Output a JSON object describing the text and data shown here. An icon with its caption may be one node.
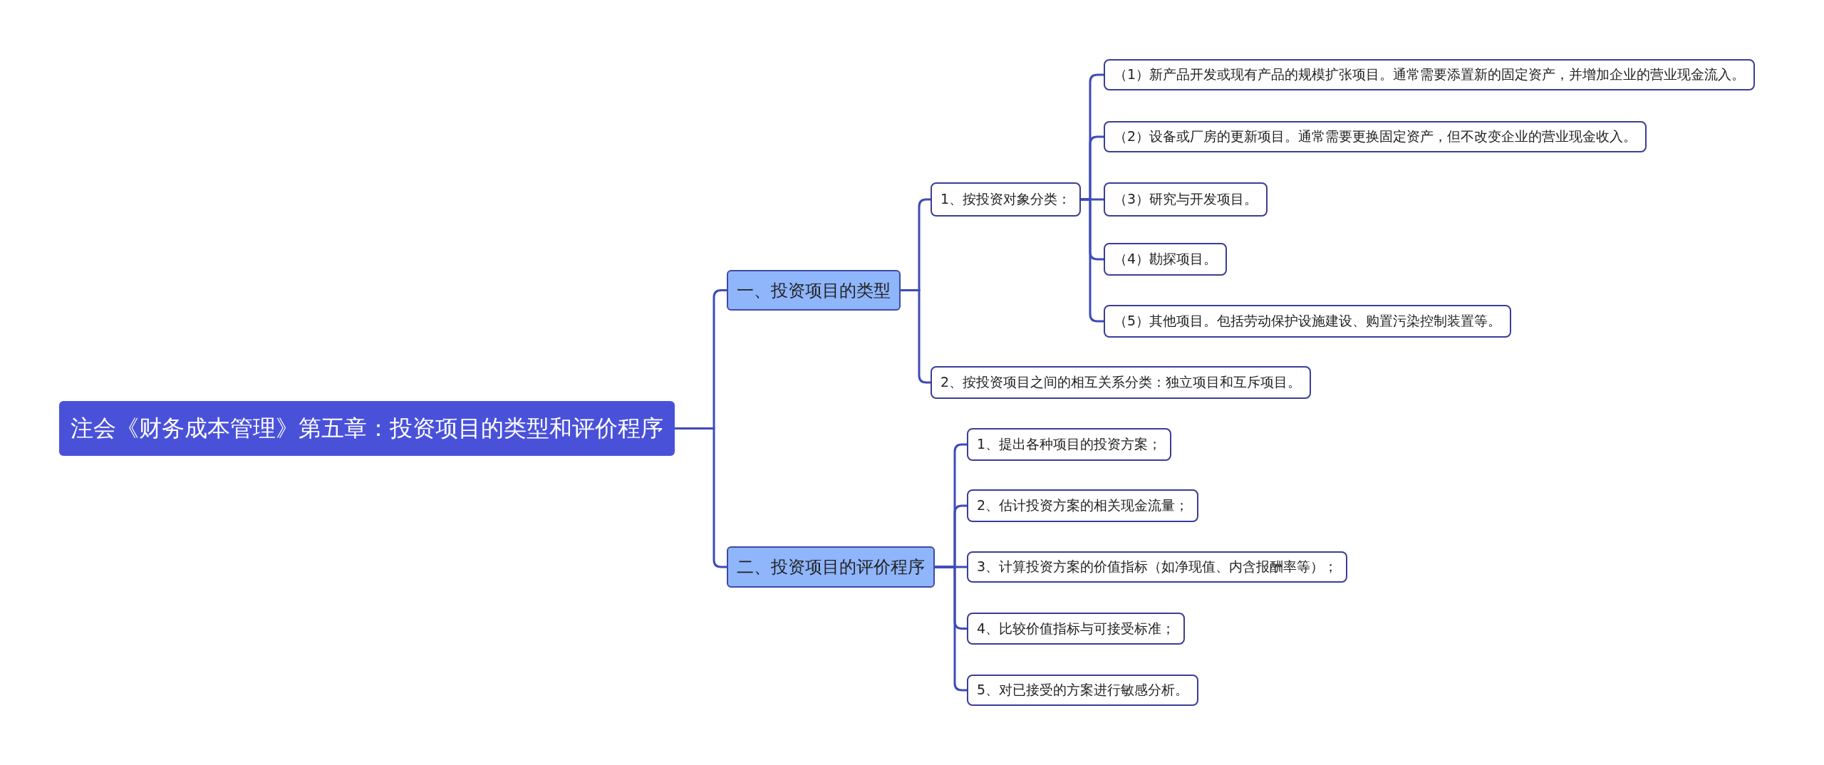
{
  "diagram": {
    "nodes": [
      {
        "text": [
          "注会《财务成本管理》第五章：投资项目的类型和评价程序"
        ]
      },
      {
        "text": [
          "一、投资项目的类型"
        ]
      },
      {
        "text": [
          "1、按投资对象分类："
        ]
      },
      {
        "text": [
          "（1）新产品开发或现有产品的规模扩张项目。通常需要添置新的固定资产，并增加企业的营业现金流入。"
        ]
      },
      {
        "text": [
          "（2）设备或厂房的更新项目。通常需要更换固定资产，但不改变企业的营业现金收入。"
        ]
      },
      {
        "text": [
          "（3）研究与开发项目。"
        ]
      },
      {
        "text": [
          "（4）勘探项目。"
        ]
      },
      {
        "text": [
          "（5）其他项目。包括劳动保护设施建设、购置污染控制装置等。"
        ]
      },
      {
        "text": [
          "2、按投资项目之间的相互关系分类：独立项目和互斥项目。"
        ]
      },
      {
        "text": [
          "二、投资项目的评价程序"
        ]
      },
      {
        "text": [
          "1、提出各种项目的投资方案；"
        ]
      },
      {
        "text": [
          "2、估计投资方案的相关现金流量；"
        ]
      },
      {
        "text": [
          "3、计算投资方案的价值指标（如净现值、内含报酬率等）；"
        ]
      },
      {
        "text": [
          "4、比较价值指标与可接受标准；"
        ]
      },
      {
        "text": [
          "5、对已接受的方案进行敏感分析。"
        ]
      }
    ],
    "edges": [
      {
        "from": 0,
        "to": 1,
        "arrow": "none"
      },
      {
        "from": 1,
        "to": 2,
        "arrow": "none"
      },
      {
        "from": 2,
        "to": 3,
        "arrow": "none"
      },
      {
        "from": 2,
        "to": 4,
        "arrow": "none"
      },
      {
        "from": 2,
        "to": 5,
        "arrow": "none"
      },
      {
        "from": 2,
        "to": 6,
        "arrow": "none"
      },
      {
        "from": 2,
        "to": 7,
        "arrow": "none"
      },
      {
        "from": 1,
        "to": 8,
        "arrow": "none"
      },
      {
        "from": 0,
        "to": 9,
        "arrow": "none"
      },
      {
        "from": 9,
        "to": 10,
        "arrow": "none"
      },
      {
        "from": 9,
        "to": 11,
        "arrow": "none"
      },
      {
        "from": 9,
        "to": 12,
        "arrow": "none"
      },
      {
        "from": 9,
        "to": 13,
        "arrow": "none"
      },
      {
        "from": 9,
        "to": 14,
        "arrow": "none"
      }
    ]
  }
}
